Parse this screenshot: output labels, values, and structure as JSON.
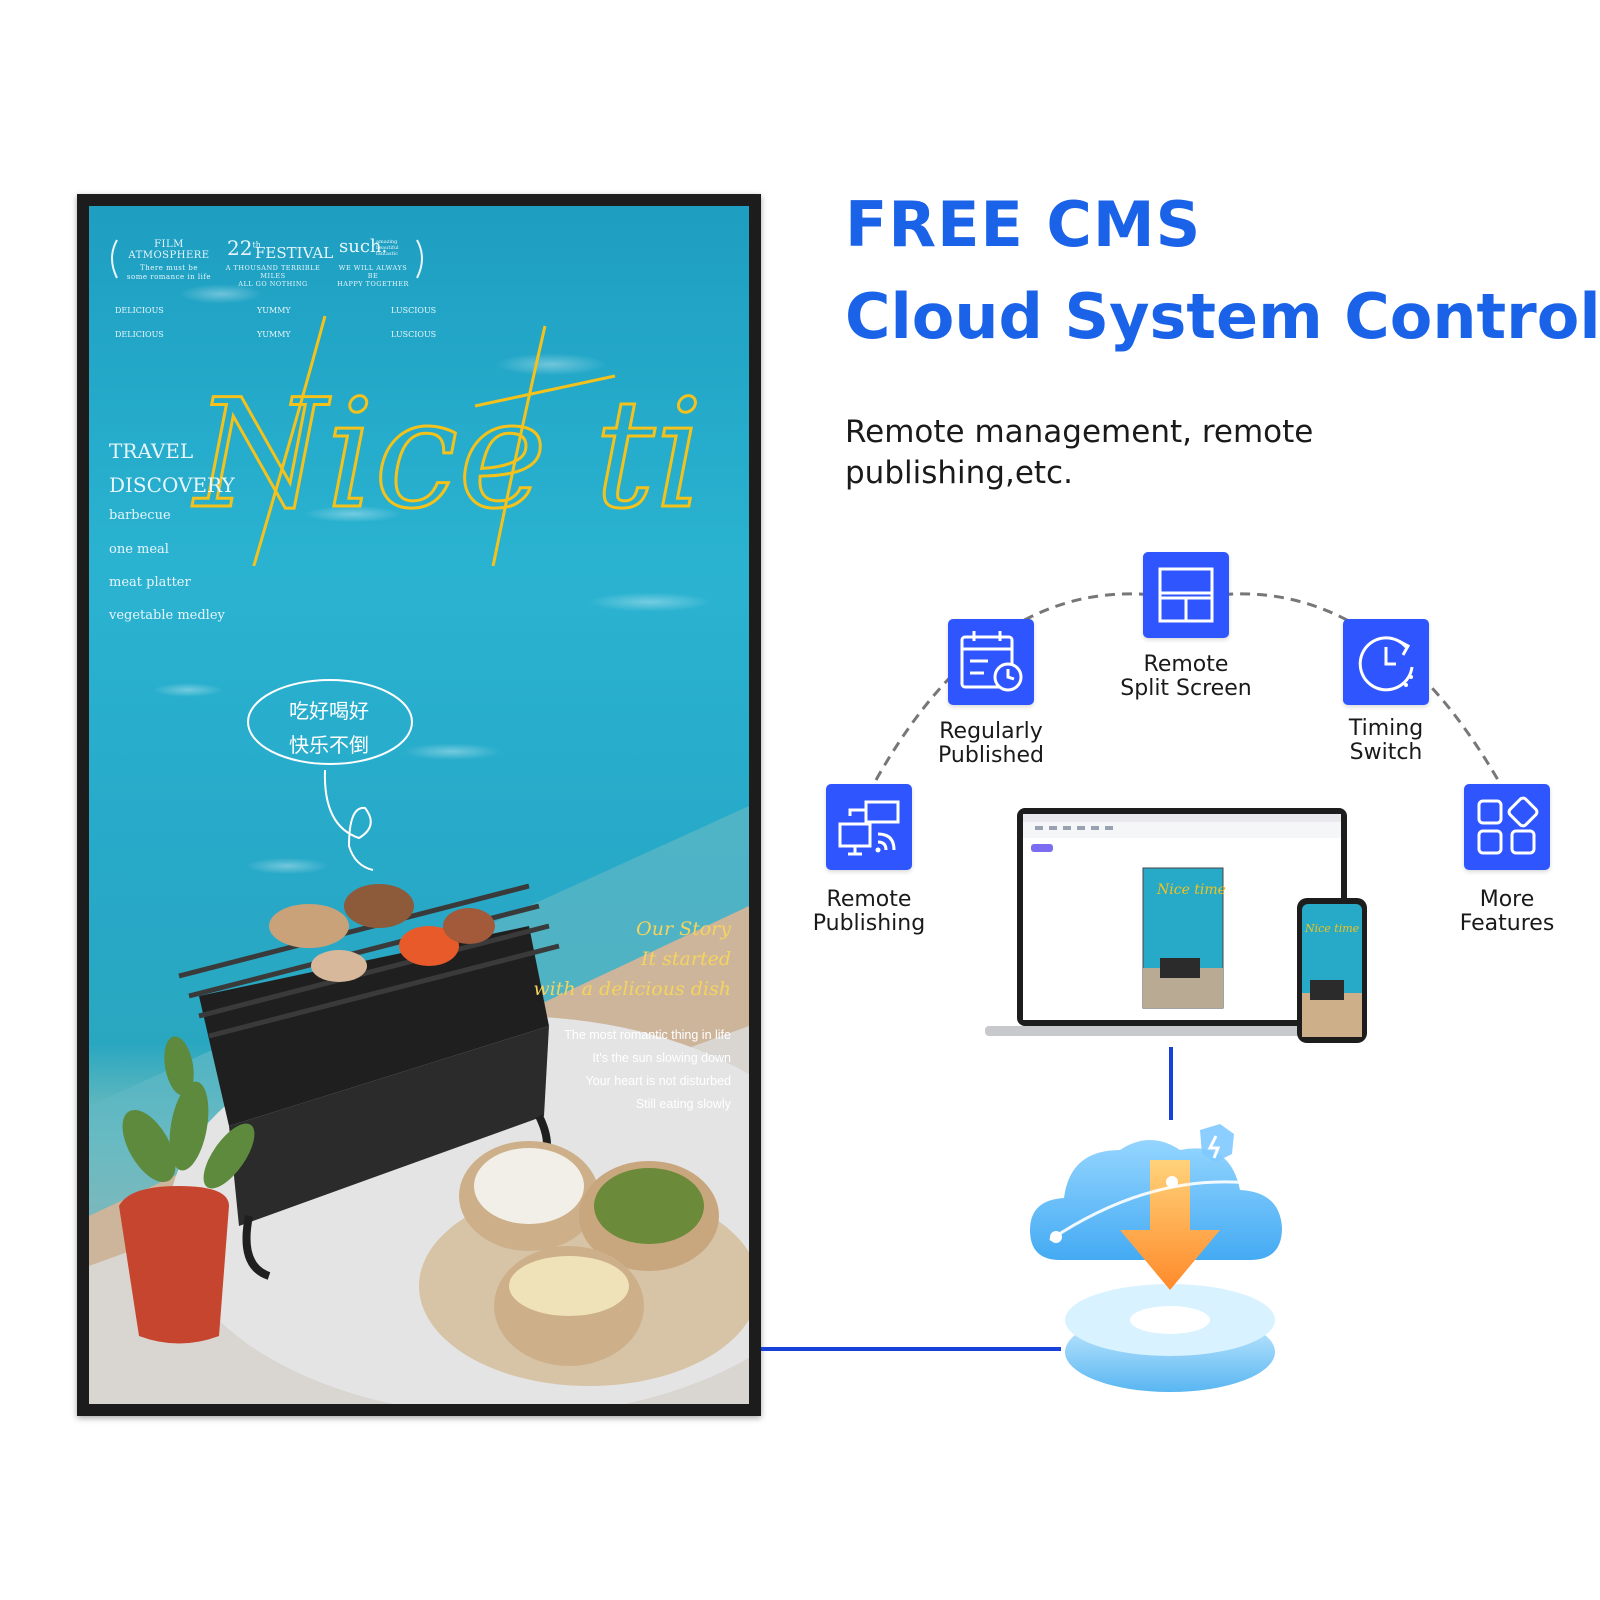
{
  "poster": {
    "header_left_title": "FILM\nATMOSPHERE",
    "header_left_sub": "There must be\nsome romance in life",
    "header_center_num": "22",
    "header_center_sup": "th",
    "header_center_title": "FESTIVAL",
    "header_center_sub": "A THOUSAND TERRIBLE MILES\nALL GO NOTHING",
    "header_right_title": "such.",
    "header_right_tiny": "amazing\nbeautiful\nfantastic",
    "header_right_sub": "WE WILL ALWAYS BE\nHAPPY TOGETHER",
    "row_labels": [
      "DELICIOUS",
      "YUMMY",
      "LUSCIOUS"
    ],
    "script_title": "Nice time",
    "travel": "TRAVEL",
    "discovery": "DISCOVERY",
    "menu": [
      "barbecue",
      "one  meal",
      "meat  platter",
      "vegetable  medley"
    ],
    "bubble_line1": "吃好喝好",
    "bubble_line2": "快乐不倒",
    "story_lines": [
      "Our Story",
      "It started",
      "with a delicious dish"
    ],
    "story_small": [
      "The most romantic thing in life",
      "It's the sun slowing down",
      "Your heart is not disturbed",
      "Still eating slowly"
    ]
  },
  "heading": {
    "line1": "FREE CMS",
    "line2": "Cloud System Control"
  },
  "subtitle": "Remote management, remote publishing,etc.",
  "features": {
    "remote_publishing": "Remote\nPublishing",
    "regularly_published": "Regularly\nPublished",
    "remote_split_screen": "Remote\nSplit Screen",
    "timing_switch": "Timing\nSwitch",
    "more_features": "More\nFeatures"
  },
  "icons": {
    "remote_publishing": "monitor-broadcast-icon",
    "regularly_published": "calendar-clock-icon",
    "remote_split_screen": "split-screen-icon",
    "timing_switch": "timer-icon",
    "more_features": "grid-diamond-icon",
    "cloud": "cloud-download-icon"
  },
  "colors": {
    "accent_blue": "#1a63e8",
    "icon_blue": "#2f55ff",
    "script_yellow": "#f4c21b",
    "connector": "#1741d8"
  }
}
